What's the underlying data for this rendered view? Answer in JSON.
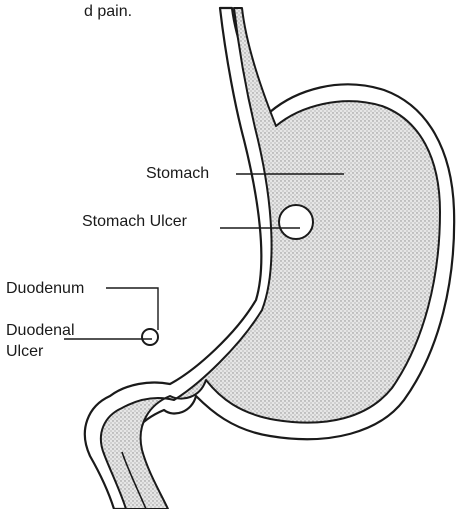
{
  "header_fragment": "d pain.",
  "labels": {
    "stomach": "Stomach",
    "stomach_ulcer": "Stomach Ulcer",
    "duodenum": "Duodenum",
    "duodenal_ulcer_line1": "Duodenal",
    "duodenal_ulcer_line2": "Ulcer"
  },
  "colors": {
    "ink": "#1a1a1a",
    "tissue_fill": "#dcdcdc",
    "background": "#ffffff"
  }
}
